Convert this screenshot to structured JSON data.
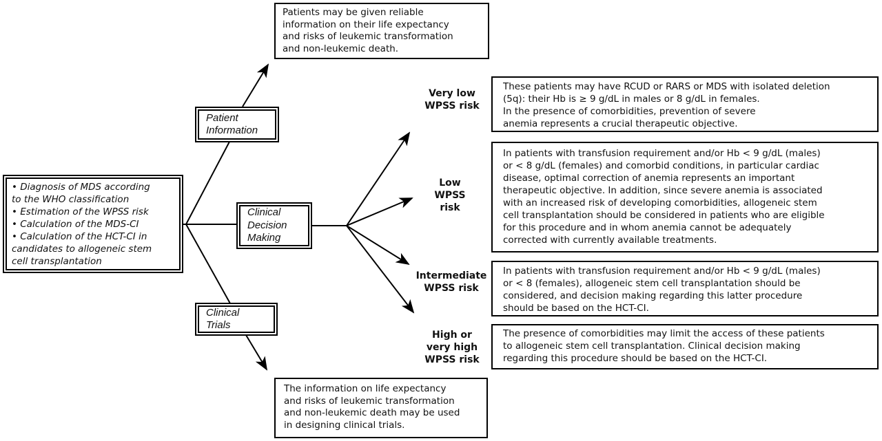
{
  "colors": {
    "line": "#000000",
    "text": "#111111",
    "background": "#ffffff"
  },
  "diagram": {
    "left_box": {
      "items": [
        "• Diagnosis of MDS according\nto the WHO classification",
        "• Estimation of the WPSS risk",
        "• Calculation of the MDS-CI",
        "• Calculation of the HCT-CI in\ncandidates to allogeneic stem\ncell transplantation"
      ]
    },
    "branch_nodes": {
      "patient_information": "Patient\nInformation",
      "clinical_decision_making": "Clinical\nDecision\nMaking",
      "clinical_trials": "Clinical\nTrials"
    },
    "patient_information_outcome": "Patients may be given reliable\ninformation on their life expectancy\nand risks of leukemic transformation\nand non-leukemic death.",
    "clinical_trials_outcome": "The information on life expectancy\nand risks of leukemic transformation\nand non-leukemic death may be used\nin designing clinical trials.",
    "risk_branches": [
      {
        "label": "Very low\nWPSS risk",
        "outcome": "These patients may have RCUD or RARS or MDS with isolated deletion\n(5q): their Hb is ≥ 9 g/dL in males or 8 g/dL in females.\nIn the presence of comorbidities, prevention of severe\nanemia represents a crucial therapeutic objective."
      },
      {
        "label": "Low\nWPSS\nrisk",
        "outcome": "In patients with transfusion requirement and/or Hb < 9 g/dL (males)\nor < 8 g/dL (females) and comorbid conditions, in particular cardiac\ndisease, optimal correction of anemia represents an important\ntherapeutic objective. In addition, since severe anemia is associated\nwith an increased risk of developing comorbidities, allogeneic stem\ncell transplantation should be considered in patients who are eligible\nfor this procedure and in whom anemia cannot be adequately\ncorrected with currently available treatments."
      },
      {
        "label": "Intermediate\nWPSS risk",
        "outcome": "In patients with transfusion requirement and/or Hb < 9 g/dL (males)\nor < 8 (females), allogeneic stem cell transplantation should be\nconsidered, and decision making regarding this latter procedure\nshould be based on the HCT-CI."
      },
      {
        "label": "High or\nvery high\nWPSS risk",
        "outcome": "The presence of comorbidities may limit the access of these patients\nto allogeneic stem cell transplantation. Clinical decision making\nregarding this procedure should be based on the HCT-CI."
      }
    ]
  }
}
